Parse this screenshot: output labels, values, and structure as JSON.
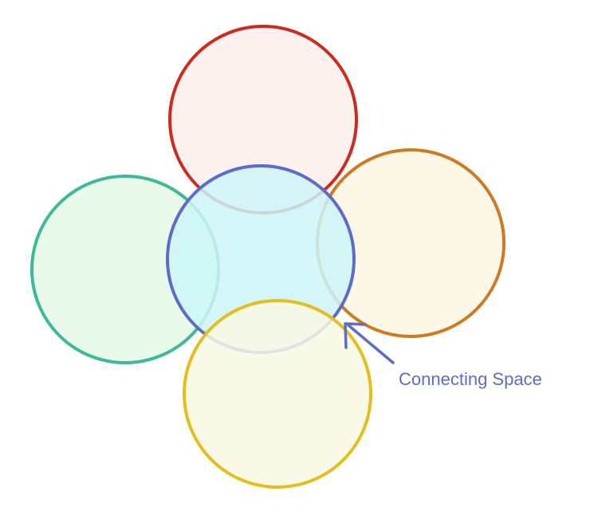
{
  "diagram": {
    "circles": [
      {
        "name": "red",
        "stroke": "#CC2B1D",
        "fill": "#FBEEEB"
      },
      {
        "name": "orange",
        "stroke": "#CF7A22",
        "fill": "#FDF6E4"
      },
      {
        "name": "teal",
        "stroke": "#3DB898",
        "fill": "#E6F9E6"
      },
      {
        "name": "yellow",
        "stroke": "#E5BE1A",
        "fill": "#F8F8E4"
      },
      {
        "name": "blue",
        "stroke": "#5C6CC8",
        "fill": "#CDF5F8"
      }
    ],
    "annotation": {
      "label": "Connecting Space",
      "color": "#5C6CC8"
    }
  }
}
